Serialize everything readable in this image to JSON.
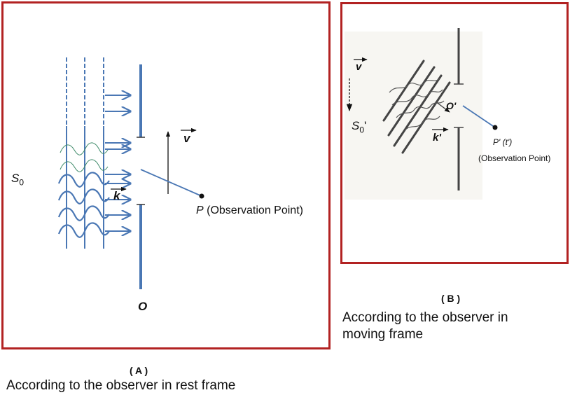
{
  "panel_a": {
    "frame_symbol": "S",
    "frame_subscript": "0",
    "wave_vector": "k",
    "velocity": "v",
    "origin": "O",
    "point_label": "P",
    "observation_label": "(Observation Point)",
    "caption_label": "( A )",
    "caption_text": "According to the observer in rest frame"
  },
  "panel_b": {
    "frame_symbol": "S",
    "frame_subscript": "0",
    "frame_prime": "'",
    "wave_vector": "k'",
    "velocity": "v",
    "origin": "O'",
    "point_label": "P' (t')",
    "observation_label": "(Observation Point)",
    "caption_label": "( B )",
    "caption_text_line1": "According to the observer in",
    "caption_text_line2": "moving frame"
  },
  "colors": {
    "frame_border": "#b22222",
    "wave_blue": "#4a77b4",
    "thin_wave_green": "#3f8a6a",
    "panel_b_lines": "#444444"
  }
}
